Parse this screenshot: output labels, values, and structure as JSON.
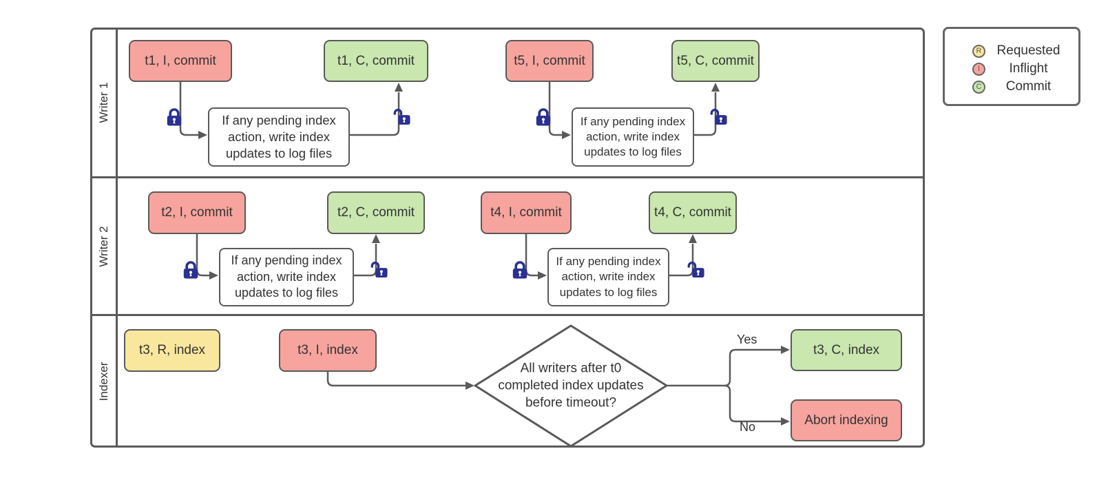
{
  "diagram": {
    "lanes": [
      {
        "label": "Writer 1"
      },
      {
        "label": "Writer 2"
      },
      {
        "label": "Indexer"
      }
    ],
    "nodes": {
      "t1_i": "t1, I, commit",
      "t1_c": "t1, C, commit",
      "t5_i": "t5, I, commit",
      "t5_c": "t5, C, commit",
      "t2_i": "t2, I, commit",
      "t2_c": "t2, C, commit",
      "t4_i": "t4, I, commit",
      "t4_c": "t4, C, commit",
      "t3_r": "t3, R, index",
      "t3_i": "t3, I, index",
      "t3_c": "t3, C, index",
      "abort": "Abort indexing"
    },
    "process_text": "If any pending index\naction, write index\nupdates to log files",
    "decision_text": "All writers after t0\ncompleted index updates\nbefore timeout?",
    "branch_labels": {
      "yes": "Yes",
      "no": "No"
    }
  },
  "legend": {
    "items": [
      {
        "letter": "R",
        "label": "Requested"
      },
      {
        "letter": "I",
        "label": "Inflight"
      },
      {
        "letter": "C",
        "label": "Commit"
      }
    ]
  },
  "icons": {
    "closed_lock": "locked-padlock",
    "open_lock": "unlocked-padlock"
  },
  "colors": {
    "requested": "#f9e79e",
    "inflight": "#f7a49e",
    "commit": "#c9e7af",
    "process_bg": "#ffffff",
    "line": "#595959",
    "text": "#333333",
    "lock": "#2b3092"
  }
}
